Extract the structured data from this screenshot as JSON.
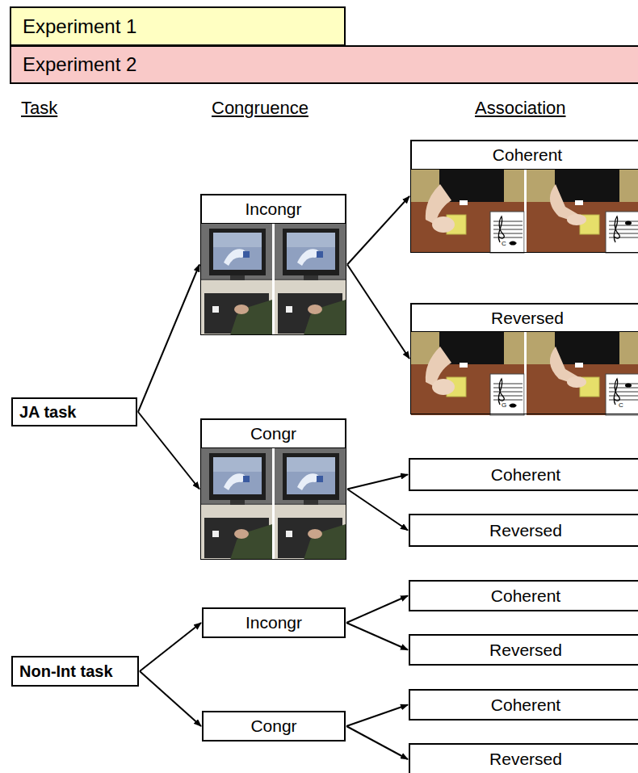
{
  "diagram": {
    "nodes": [
      {
        "text": [
          "Experiment 1"
        ]
      },
      {
        "text": [
          "Experiment 2"
        ]
      },
      {
        "text": [
          "JA task"
        ]
      },
      {
        "text": [
          "Incongr"
        ]
      },
      {
        "text": [
          "Congr"
        ]
      },
      {
        "text": [
          "Coherent"
        ]
      },
      {
        "text": [
          "Reversed"
        ]
      },
      {
        "text": [
          "Coherent"
        ]
      },
      {
        "text": [
          "Reversed"
        ]
      },
      {
        "text": [
          "Non-Int task"
        ]
      },
      {
        "text": [
          "Incongr"
        ]
      },
      {
        "text": [
          "Congr"
        ]
      },
      {
        "text": [
          "Coherent"
        ]
      },
      {
        "text": [
          "Reversed"
        ]
      },
      {
        "text": [
          "Coherent"
        ]
      },
      {
        "text": [
          "Reversed"
        ]
      }
    ],
    "edges": [
      {
        "from": 2,
        "to": 3,
        "arrow": "to"
      },
      {
        "from": 2,
        "to": 4,
        "arrow": "to"
      },
      {
        "from": 3,
        "to": 5,
        "arrow": "to"
      },
      {
        "from": 3,
        "to": 6,
        "arrow": "to"
      },
      {
        "from": 4,
        "to": 7,
        "arrow": "to"
      },
      {
        "from": 4,
        "to": 8,
        "arrow": "to"
      },
      {
        "from": 9,
        "to": 10,
        "arrow": "to"
      },
      {
        "from": 9,
        "to": 11,
        "arrow": "to"
      },
      {
        "from": 10,
        "to": 12,
        "arrow": "to"
      },
      {
        "from": 10,
        "to": 13,
        "arrow": "to"
      },
      {
        "from": 11,
        "to": 14,
        "arrow": "to"
      },
      {
        "from": 11,
        "to": 15,
        "arrow": "to"
      }
    ],
    "labels": [
      "Task",
      "Congruence",
      "Association",
      "C",
      "G",
      "C"
    ]
  }
}
